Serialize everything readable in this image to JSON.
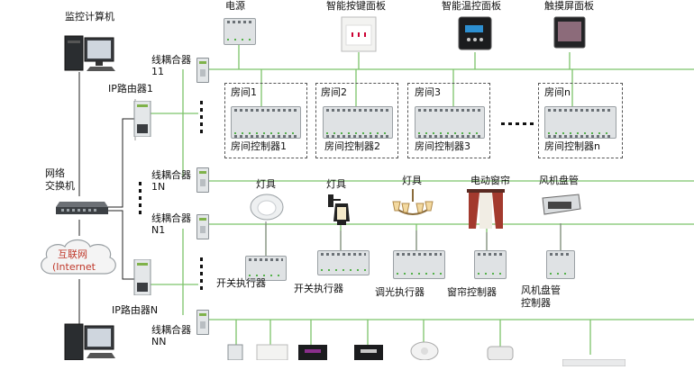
{
  "network": {
    "monitor_pc": "监控计算机",
    "ip_router_1": "IP路由器1",
    "ip_router_n": "IP路由器N",
    "switch": "网络\n交换机",
    "internet_cn": "互联网",
    "internet_en": "(Internet"
  },
  "couplers": [
    "线耦合器 11",
    "线耦合器 1N",
    "线耦合器 N1",
    "线耦合器 NN"
  ],
  "top_devices": [
    "电源",
    "智能按键面板",
    "智能温控面板",
    "触摸屏面板"
  ],
  "rooms": [
    {
      "title": "房间1",
      "controller": "房间控制器1"
    },
    {
      "title": "房间2",
      "controller": "房间控制器2"
    },
    {
      "title": "房间3",
      "controller": "房间控制器3"
    },
    {
      "title": "房间n",
      "controller": "房间控制器n"
    }
  ],
  "loads": [
    "灯具",
    "灯具",
    "灯具",
    "电动窗帘",
    "风机盘管"
  ],
  "actuators": [
    "开关执行器",
    "开关执行器",
    "调光执行器",
    "窗帘控制器",
    "风机盘管\n控制器"
  ],
  "colors": {
    "bus_line": "#7cc46a",
    "lan_line": "#111111"
  }
}
